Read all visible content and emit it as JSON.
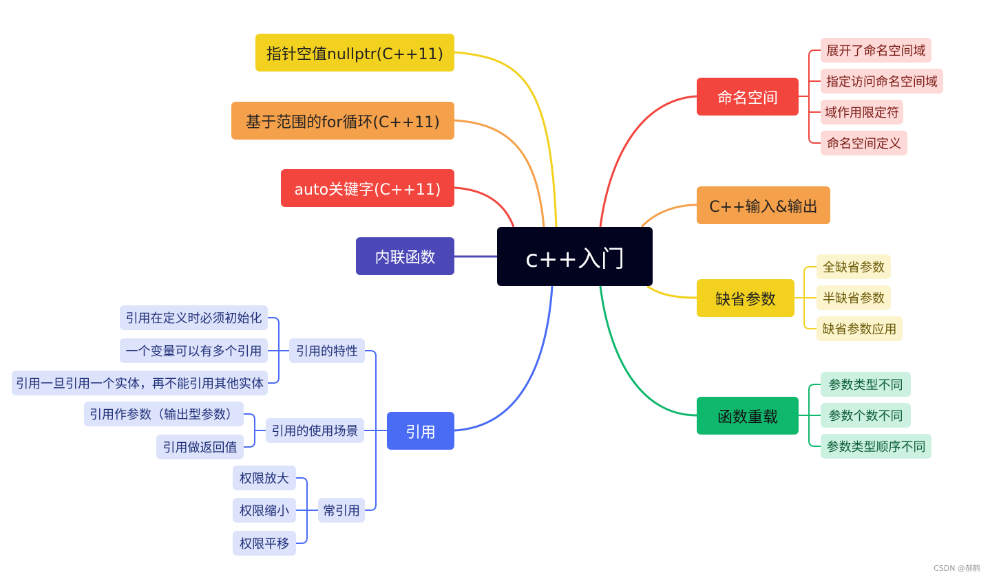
{
  "root": {
    "label": "c++入门"
  },
  "branches": {
    "nullptr": {
      "label": "指针空值nullptr(C++11)",
      "color": "#f2d11f"
    },
    "rangefor": {
      "label": "基于范围的for循环(C++11)",
      "color": "#f5a04a"
    },
    "auto": {
      "label": "auto关键字(C++11)",
      "color": "#f2453d"
    },
    "inline": {
      "label": "内联函数",
      "color": "#4c48b8"
    },
    "reference": {
      "label": "引用",
      "color": "#4a6cf5",
      "groups": [
        {
          "label": "引用的特性",
          "items": [
            "引用在定义时必须初始化",
            "一个变量可以有多个引用",
            "引用一旦引用一个实体，再不能引用其他实体"
          ]
        },
        {
          "label": "引用的使用场景",
          "items": [
            "引用作参数（输出型参数）",
            "引用做返回值"
          ]
        },
        {
          "label": "常引用",
          "items": [
            "权限放大",
            "权限缩小",
            "权限平移"
          ]
        }
      ]
    },
    "namespace": {
      "label": "命名空间",
      "color": "#f2453d",
      "items": [
        "展开了命名空间域",
        "指定访问命名空间域",
        "域作用限定符",
        "命名空间定义"
      ]
    },
    "io": {
      "label": "C++输入&输出",
      "color": "#f5a04a"
    },
    "default_args": {
      "label": "缺省参数",
      "color": "#f2d11f",
      "items": [
        "全缺省参数",
        "半缺省参数",
        "缺省参数应用"
      ]
    },
    "overload": {
      "label": "函数重载",
      "color": "#10b86e",
      "items": [
        "参数类型不同",
        "参数个数不同",
        "参数类型顺序不同"
      ]
    }
  },
  "watermark": "CSDN @郝鹤"
}
